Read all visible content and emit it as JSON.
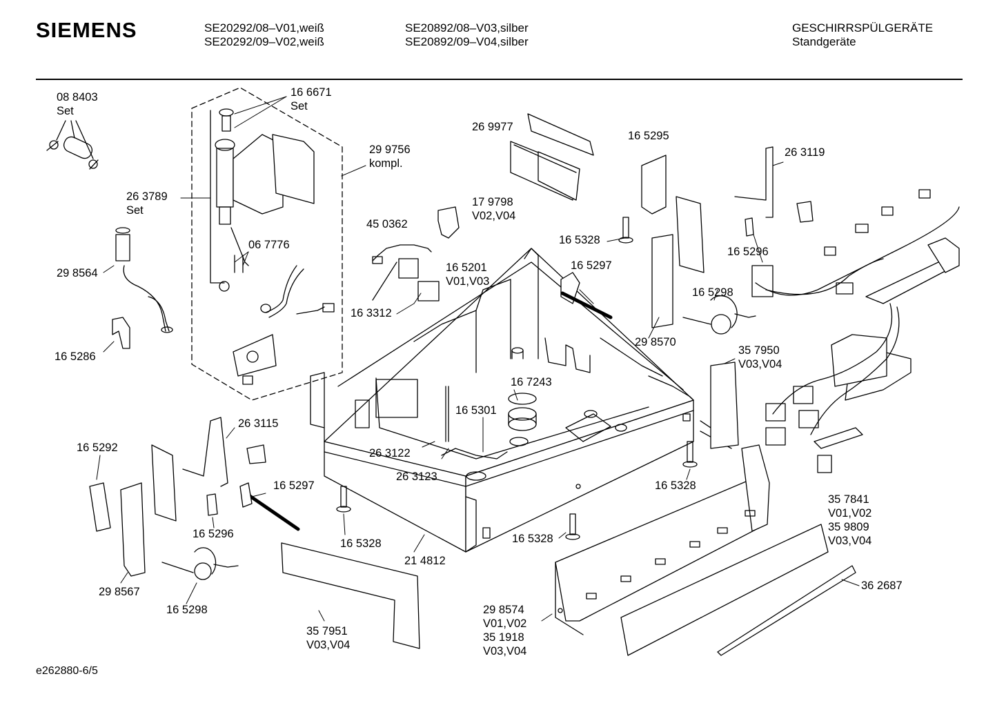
{
  "header": {
    "brand": "SIEMENS",
    "models_col1": [
      "SE20292/08–V01,weiß",
      "SE20292/09–V02,weiß"
    ],
    "models_col2": [
      "SE20892/08–V03,silber",
      "SE20892/09–V04,silber"
    ],
    "category": "GESCHIRRSPÜLGERÄTE",
    "subcategory": "Standgeräte"
  },
  "parts": {
    "p088403": [
      "08 8403",
      "Set"
    ],
    "p166671": [
      "16 6671",
      "Set"
    ],
    "p299756": [
      "29 9756",
      "kompl."
    ],
    "p263789": [
      "26 3789",
      "Set"
    ],
    "p067776": [
      "06 7776"
    ],
    "p298564": [
      "29 8564"
    ],
    "p165286": [
      "16 5286"
    ],
    "p269977": [
      "26 9977"
    ],
    "p179798": [
      "17 9798",
      "V02,V04"
    ],
    "p450362": [
      "45 0362"
    ],
    "p165201": [
      "16 5201",
      "V01,V03"
    ],
    "p163312": [
      "16 3312"
    ],
    "p165295": [
      "16 5295"
    ],
    "p165328a": [
      "16 5328"
    ],
    "p165297a": [
      "16 5297"
    ],
    "p263119": [
      "26 3119"
    ],
    "p165296a": [
      "16 5296"
    ],
    "p165298a": [
      "16 5298"
    ],
    "p298570": [
      "29 8570"
    ],
    "p357950": [
      "35 7950",
      "V03,V04"
    ],
    "p167243": [
      "16 7243"
    ],
    "p165301": [
      "16 5301"
    ],
    "p263115": [
      "26 3115"
    ],
    "p165292": [
      "16 5292"
    ],
    "p263122": [
      "26 3122"
    ],
    "p263123": [
      "26 3123"
    ],
    "p165297b": [
      "16 5297"
    ],
    "p165296b": [
      "16 5296"
    ],
    "p165328b": [
      "16 5328"
    ],
    "p165328c": [
      "16 5328"
    ],
    "p165328d": [
      "16 5328"
    ],
    "p214812": [
      "21 4812"
    ],
    "p298567": [
      "29 8567"
    ],
    "p165298b": [
      "16 5298"
    ],
    "p357951": [
      "35 7951",
      "V03,V04"
    ],
    "p298574": [
      "29 8574",
      "V01,V02",
      "35 1918",
      "V03,V04"
    ],
    "p357841": [
      "35 7841",
      "V01,V02",
      "35 9809",
      "V03,V04"
    ],
    "p362687": [
      "36 2687"
    ]
  },
  "footer": {
    "drawing_id": "e262880-6/5"
  }
}
